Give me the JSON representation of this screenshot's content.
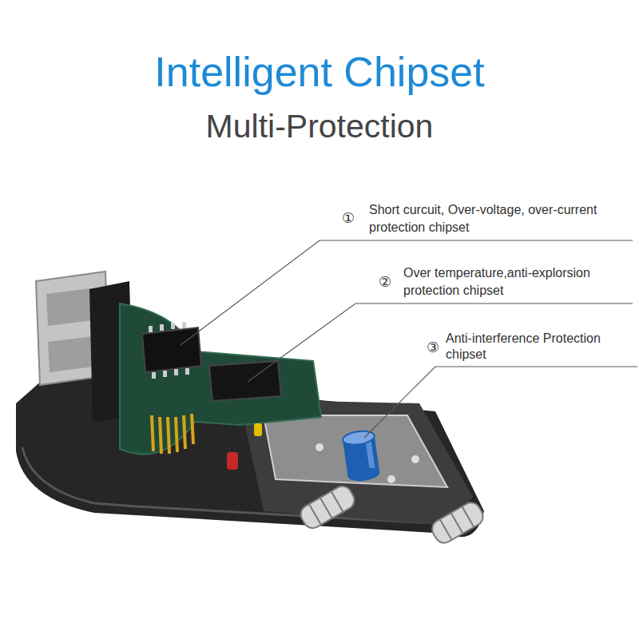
{
  "diagram": {
    "title": "Intelligent Chipset",
    "labels": [
      "Multi-Protection",
      "①",
      "Short curcuit, Over-voltage, over-current protection chipset",
      "②",
      "Over temperature,anti-explorsion protection chipset",
      "③",
      "Anti-interference Protection chipset"
    ]
  }
}
